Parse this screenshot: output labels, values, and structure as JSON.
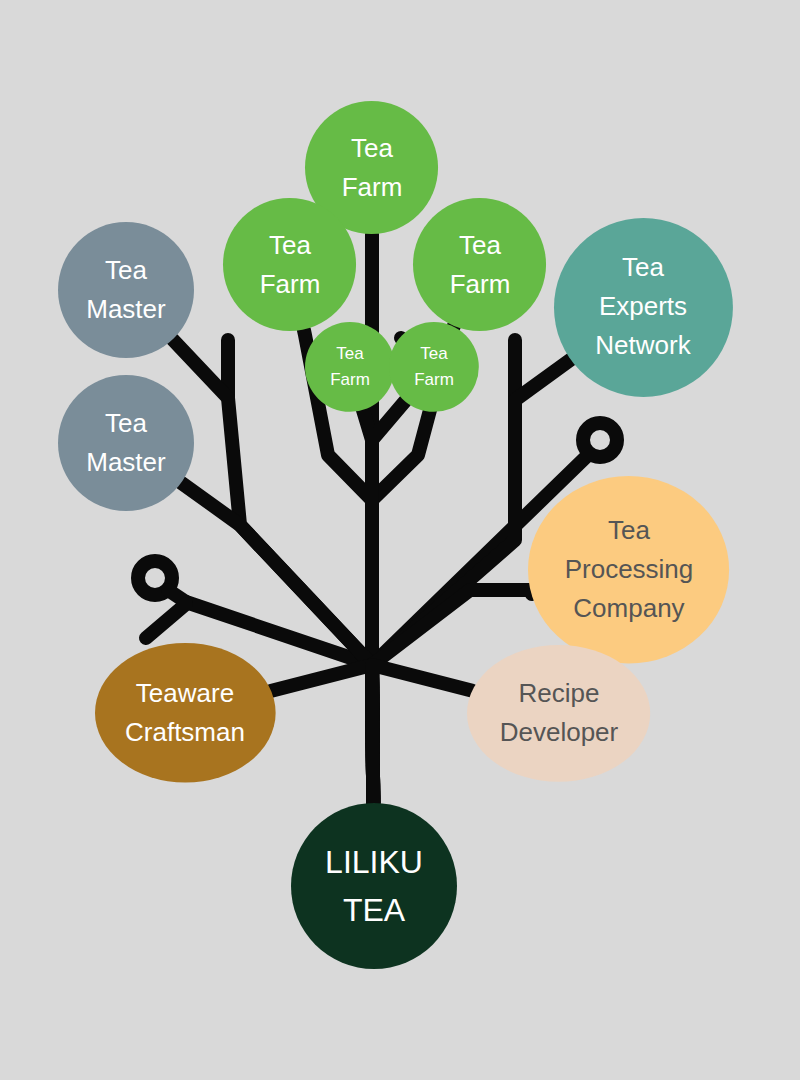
{
  "diagram": {
    "nodes": [
      {
        "text": [
          "Tea Farm"
        ]
      },
      {
        "text": [
          "Tea Master"
        ]
      },
      {
        "text": [
          "Tea Farm"
        ]
      },
      {
        "text": [
          "Tea Farm"
        ]
      },
      {
        "text": [
          "Tea Experts Network"
        ]
      },
      {
        "text": [
          "Tea Farm"
        ]
      },
      {
        "text": [
          "Tea Farm"
        ]
      },
      {
        "text": [
          "Tea Master"
        ]
      },
      {
        "text": [
          "Tea Processing Company"
        ]
      },
      {
        "text": [
          "Teaware Craftsman"
        ]
      },
      {
        "text": [
          "Recipe Developer"
        ]
      },
      {
        "text": [
          "LILIKU TEA"
        ]
      }
    ],
    "edges": [
      {
        "from": 11,
        "to": 0,
        "arrow": "none"
      },
      {
        "from": 11,
        "to": 1,
        "arrow": "none"
      },
      {
        "from": 11,
        "to": 2,
        "arrow": "none"
      },
      {
        "from": 11,
        "to": 3,
        "arrow": "none"
      },
      {
        "from": 11,
        "to": 4,
        "arrow": "none"
      },
      {
        "from": 11,
        "to": 5,
        "arrow": "none"
      },
      {
        "from": 11,
        "to": 6,
        "arrow": "none"
      },
      {
        "from": 11,
        "to": 7,
        "arrow": "none"
      },
      {
        "from": 11,
        "to": 8,
        "arrow": "none"
      },
      {
        "from": 11,
        "to": 9,
        "arrow": "none"
      },
      {
        "from": 11,
        "to": 10,
        "arrow": "none"
      }
    ]
  }
}
